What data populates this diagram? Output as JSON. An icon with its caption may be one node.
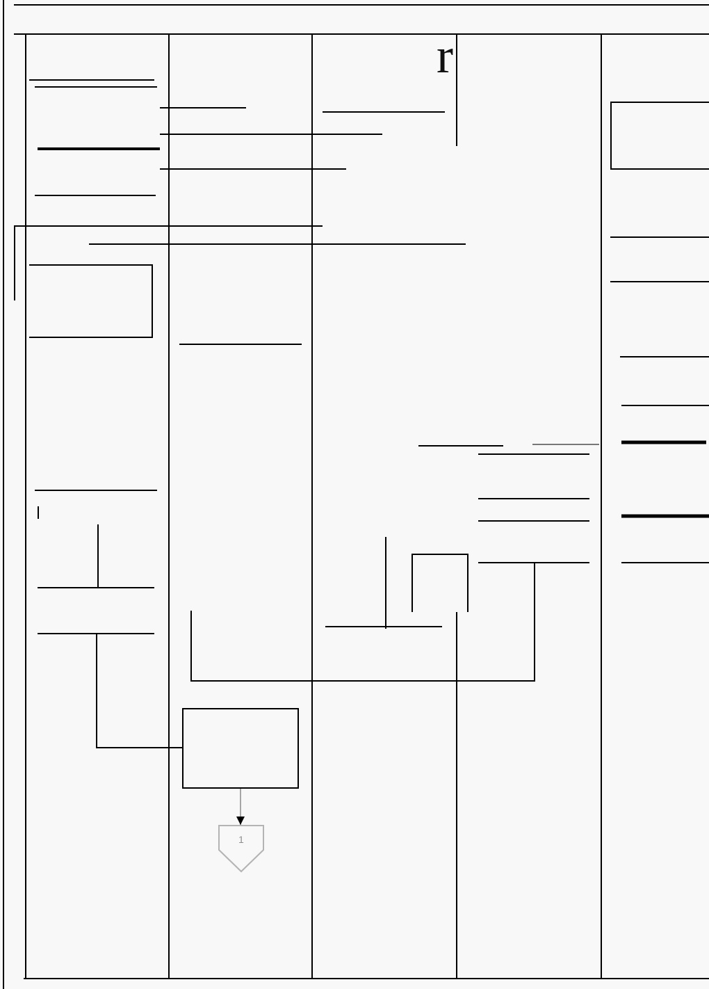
{
  "diagram": {
    "nodes": [
      {
        "text": [],
        "shape": "box"
      },
      {
        "text": [],
        "shape": "box"
      },
      {
        "text": [],
        "shape": "box"
      },
      {
        "text": [
          "1"
        ]
      }
    ],
    "edges": [
      {
        "from": 2,
        "to": 3,
        "arrow": "to",
        "color": "#a6a6a6"
      },
      {
        "from": null,
        "to": 2,
        "arrow": "none",
        "color": "#000000"
      }
    ],
    "labels": [
      "r"
    ]
  }
}
